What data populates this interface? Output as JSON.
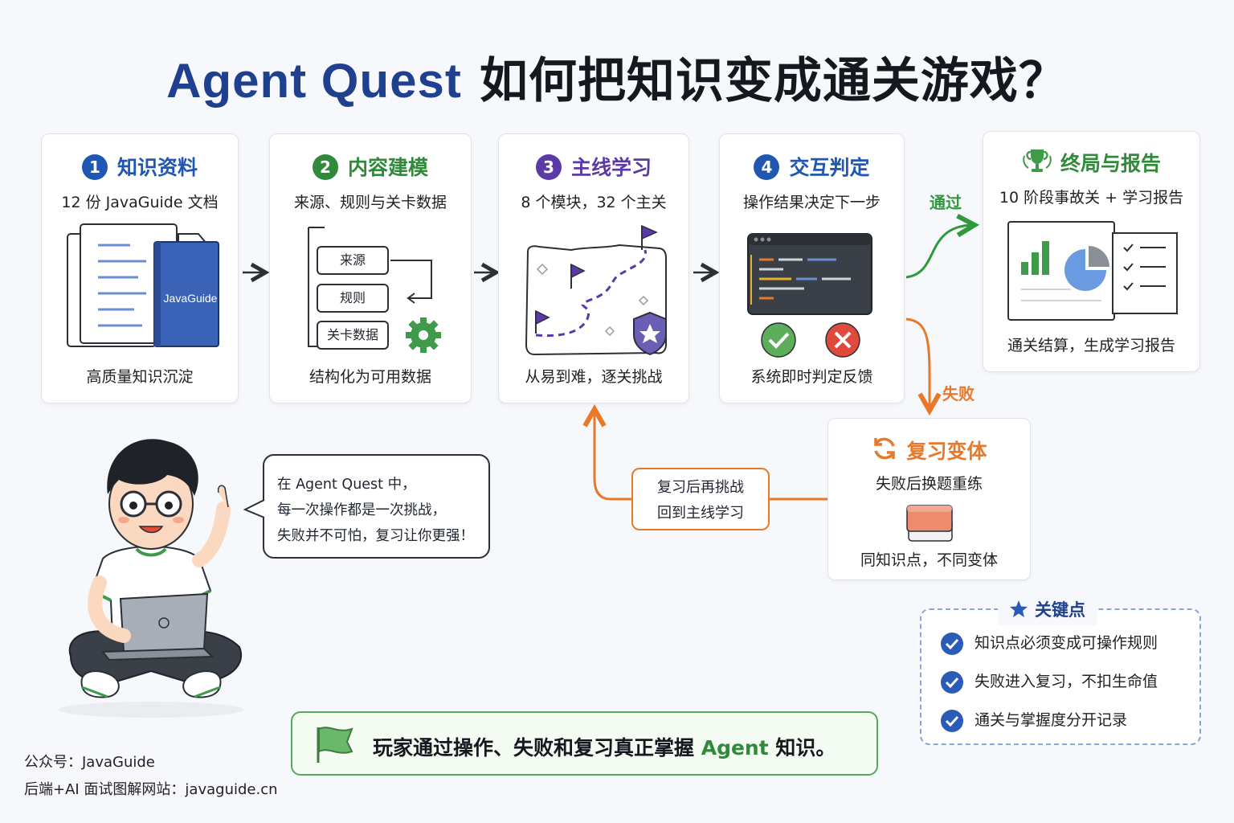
{
  "title": {
    "en": "Agent Quest",
    "zh": "如何把知识变成通关游戏？"
  },
  "steps": [
    {
      "num": "1",
      "title": "知识资料",
      "sub": "12 份 JavaGuide 文档",
      "foot": "高质量知识沉淀",
      "book_label": "JavaGuide",
      "color": "#1f57b3"
    },
    {
      "num": "2",
      "title": "内容建模",
      "sub": "来源、规则与关卡数据",
      "foot": "结构化为可用数据",
      "boxes": [
        "来源",
        "规则",
        "关卡数据"
      ],
      "color": "#2f8a3a"
    },
    {
      "num": "3",
      "title": "主线学习",
      "sub": "8 个模块，32 个主关",
      "foot": "从易到难，逐关挑战",
      "color": "#5b3aa8"
    },
    {
      "num": "4",
      "title": "交互判定",
      "sub": "操作结果决定下一步",
      "foot": "系统即时判定反馈",
      "color": "#1f57b3"
    }
  ],
  "final": {
    "title": "终局与报告",
    "sub": "10 阶段事故关 + 学习报告",
    "foot": "通关结算，生成学习报告",
    "color": "#2f8a3a"
  },
  "flow": {
    "pass": "通过",
    "fail": "失败",
    "pass_color": "#2f9a3a",
    "fail_color": "#e8782a"
  },
  "variant": {
    "title": "复习变体",
    "sub": "失败后换题重练",
    "foot": "同知识点，不同变体",
    "color": "#e8782a"
  },
  "review_loop": {
    "line1": "复习后再挑战",
    "line2": "回到主线学习"
  },
  "bubble": {
    "line1": "在 Agent Quest 中，",
    "line2": "每一次操作都是一次挑战，",
    "line3": "失败并不可怕，复习让你更强！"
  },
  "key_points": {
    "title": "关键点",
    "items": [
      "知识点必须变成可操作规则",
      "失败进入复习，不扣生命值",
      "通关与掌握度分开记录"
    ]
  },
  "banner": {
    "pre": "玩家通过操作、失败和复习真正掌握 ",
    "agent": "Agent",
    "post": " 知识。"
  },
  "footer": {
    "line1": "公众号：JavaGuide",
    "line2": "后端+AI 面试图解网站：javaguide.cn"
  }
}
